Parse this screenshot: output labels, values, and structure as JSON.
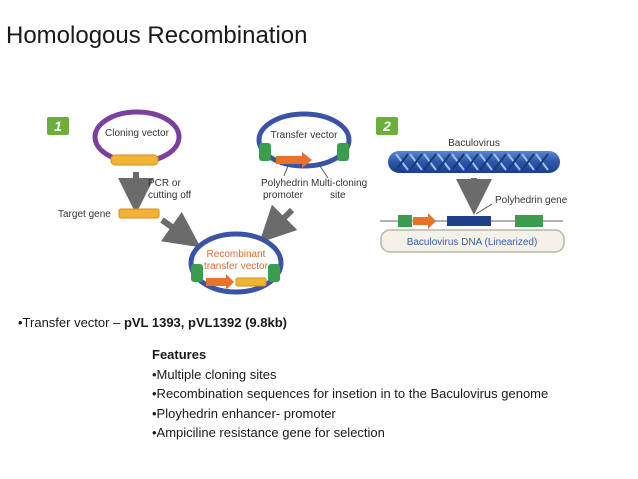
{
  "title": "Homologous Recombination",
  "diagram": {
    "step_1_badge": "1",
    "step_2_badge": "2",
    "cloning_vector": "Cloning vector",
    "transfer_vector": "Transfer vector",
    "pcr_label_line1": "PCR or",
    "pcr_label_line2": "cutting off",
    "target_gene": "Target gene",
    "polyhedrin_promoter_line1": "Polyhedrin",
    "polyhedrin_promoter_line2": "promoter",
    "multi_cloning_line1": "Multi-cloning",
    "multi_cloning_line2": "site",
    "recombinant_line1": "Recombinant",
    "recombinant_line2": "transfer vector",
    "baculovirus": "Baculovirus",
    "polyhedrin_gene": "Polyhedrin gene",
    "baculovirus_dna": "Baculovirus DNA (Linearized)",
    "colors": {
      "badge": "#6cae3a",
      "cloning_ring": "#7b3fa0",
      "transfer_ring": "#3b53a6",
      "gene": "#f2b233",
      "promoter": "#e8712b",
      "homology": "#3b9d4e",
      "helix": "#2c57a8",
      "arrow": "#6b6b6b",
      "recombinant_text": "#e06a2a",
      "dna_text": "#2e62b5"
    }
  },
  "bullet": {
    "prefix": "•Transfer vector – ",
    "strong": "pVL 1393, pVL1392 (9.8kb)"
  },
  "features": {
    "heading": "Features",
    "items": [
      "•Multiple cloning sites",
      "•Recombination sequences for insetion in to the Baculovirus genome",
      "•Ployhedrin enhancer- promoter",
      "•Ampiciline resistance gene for selection"
    ]
  }
}
